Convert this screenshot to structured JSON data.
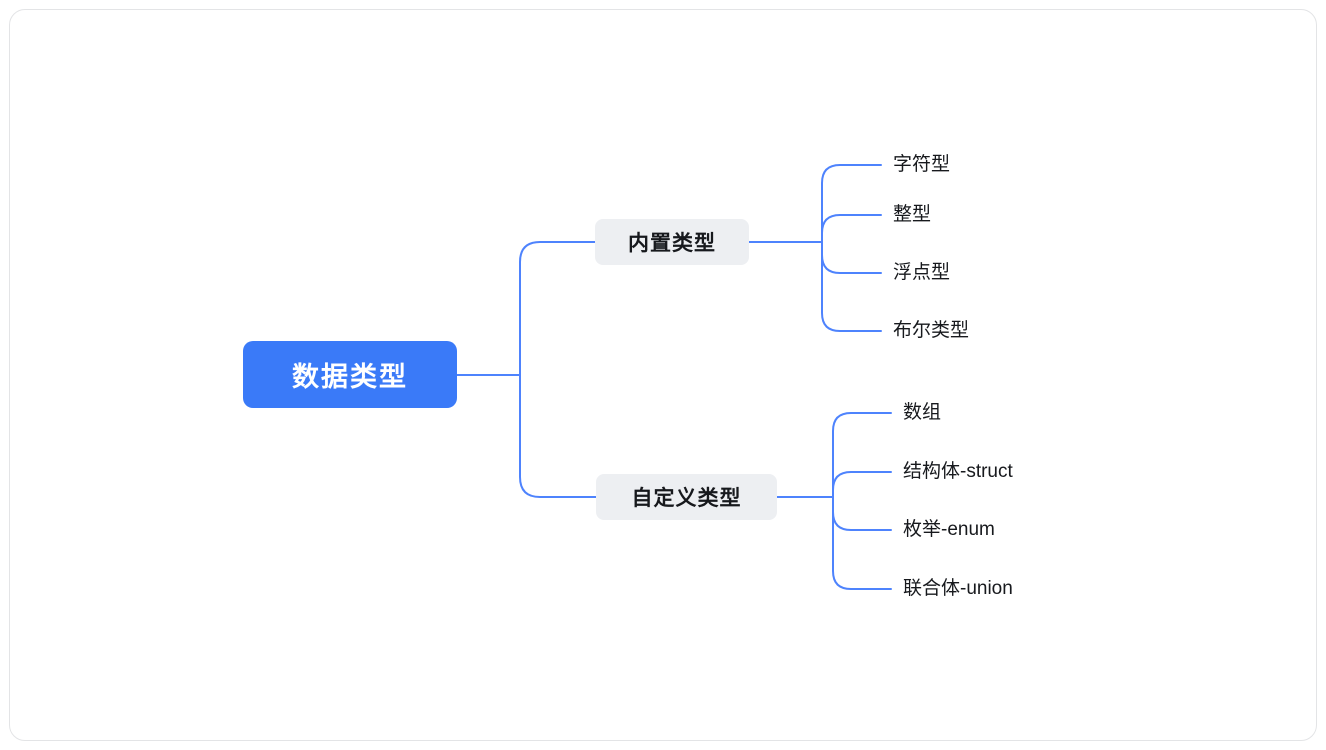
{
  "theme": {
    "accent": "#3a7af8",
    "line_color": "#4e83fd",
    "branch_bg": "#edeff2",
    "text_color": "#17191d",
    "root_text_color": "#ffffff",
    "canvas_border": "#e3e4e6"
  },
  "mindmap": {
    "root": {
      "label": "数据类型"
    },
    "branches": [
      {
        "label": "内置类型",
        "children": [
          {
            "label": "字符型"
          },
          {
            "label": "整型"
          },
          {
            "label": "浮点型"
          },
          {
            "label": "布尔类型"
          }
        ]
      },
      {
        "label": "自定义类型",
        "children": [
          {
            "label": "数组"
          },
          {
            "label": "结构体-struct"
          },
          {
            "label": "枚举-enum"
          },
          {
            "label": "联合体-union"
          }
        ]
      }
    ]
  }
}
